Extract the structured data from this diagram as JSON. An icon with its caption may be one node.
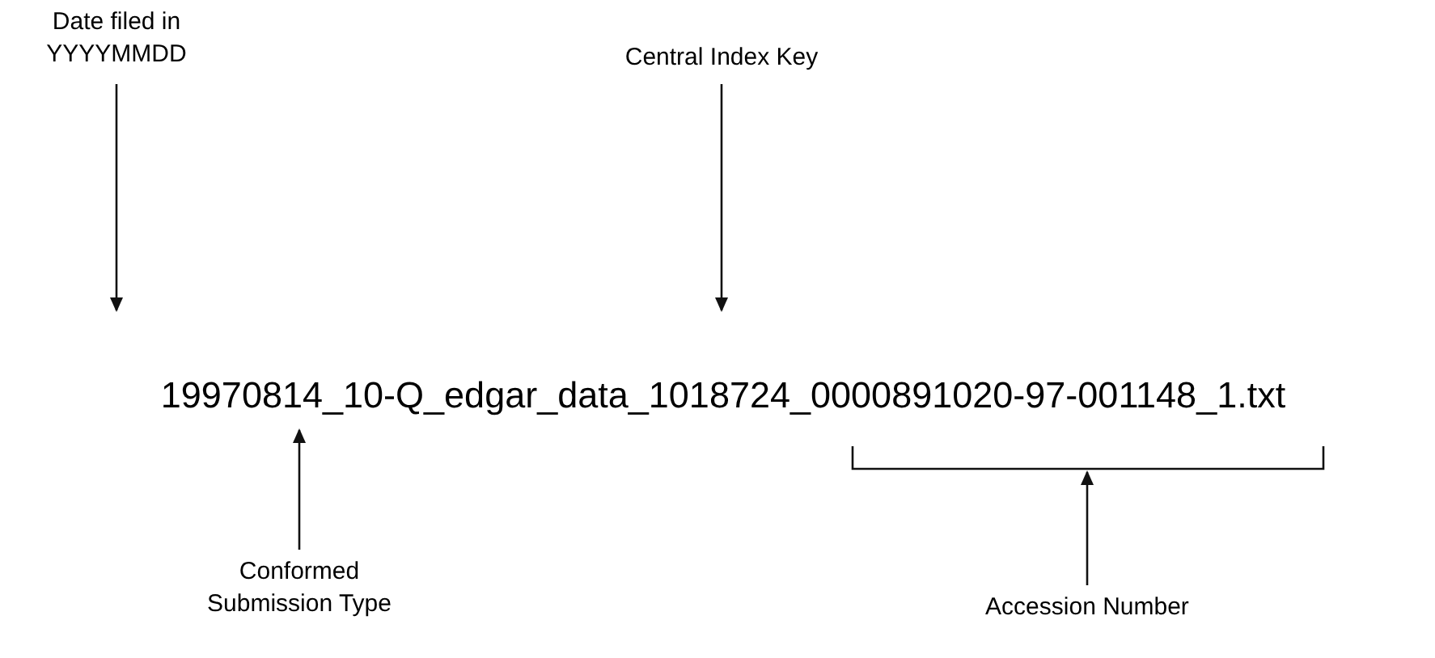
{
  "diagram": {
    "nodes": [
      {
        "text": [
          "Date filed in YYYYMMDD"
        ]
      },
      {
        "text": [
          "Central Index Key"
        ]
      },
      {
        "text": [
          "19970814_10-Q_edgar_data_1018724_0000891020-97-001148_1.txt"
        ]
      },
      {
        "text": [
          "Conformed Submission Type"
        ]
      },
      {
        "text": [
          "Accession Number"
        ]
      },
      {
        "text": [],
        "shape": "bracket"
      }
    ],
    "edges": [
      {
        "from": 0,
        "to": 2,
        "arrow": "to"
      },
      {
        "from": 1,
        "to": 2,
        "arrow": "to"
      },
      {
        "from": 3,
        "to": 2,
        "arrow": "to"
      },
      {
        "from": 4,
        "to": 5,
        "arrow": "to"
      }
    ]
  }
}
